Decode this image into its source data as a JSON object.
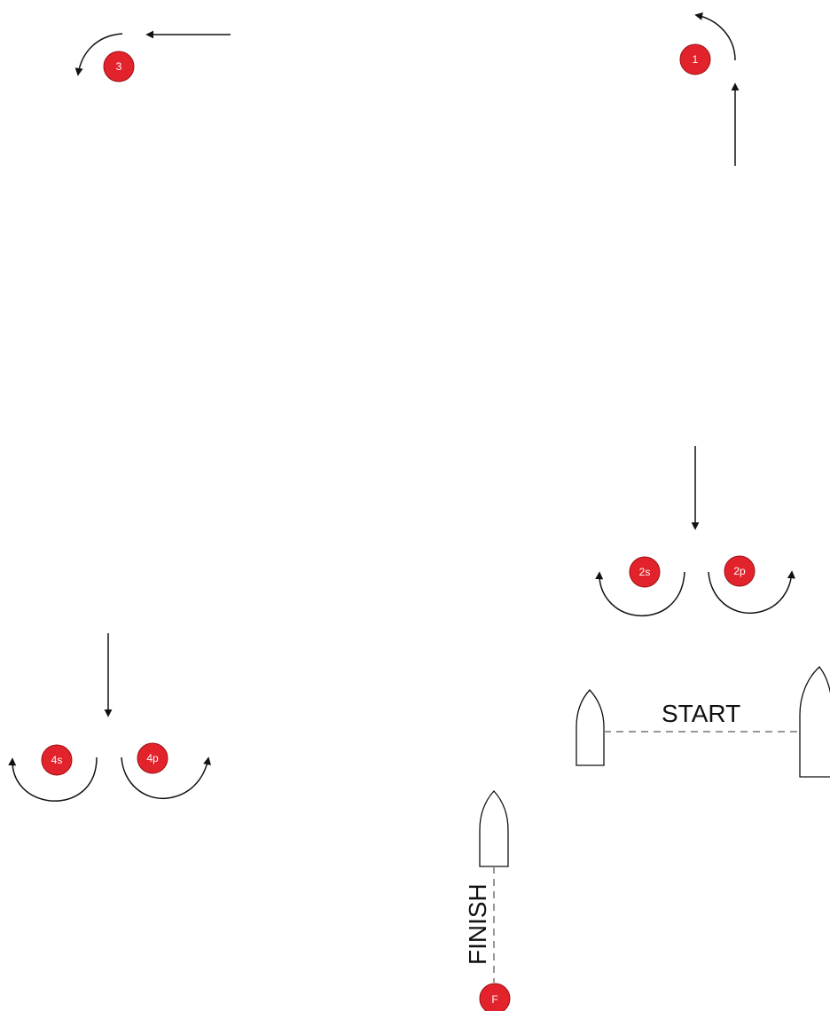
{
  "colors": {
    "mark_fill": "#e3232b",
    "mark_stroke": "#9b1116",
    "mark_text": "#ffffff",
    "line": "#111111",
    "dashed_line": "#777777"
  },
  "marks": {
    "m1": "1",
    "m2s": "2s",
    "m2p": "2p",
    "m3": "3",
    "m4s": "4s",
    "m4p": "4p",
    "mF": "F"
  },
  "labels": {
    "start": "START",
    "finish": "FINISH"
  }
}
